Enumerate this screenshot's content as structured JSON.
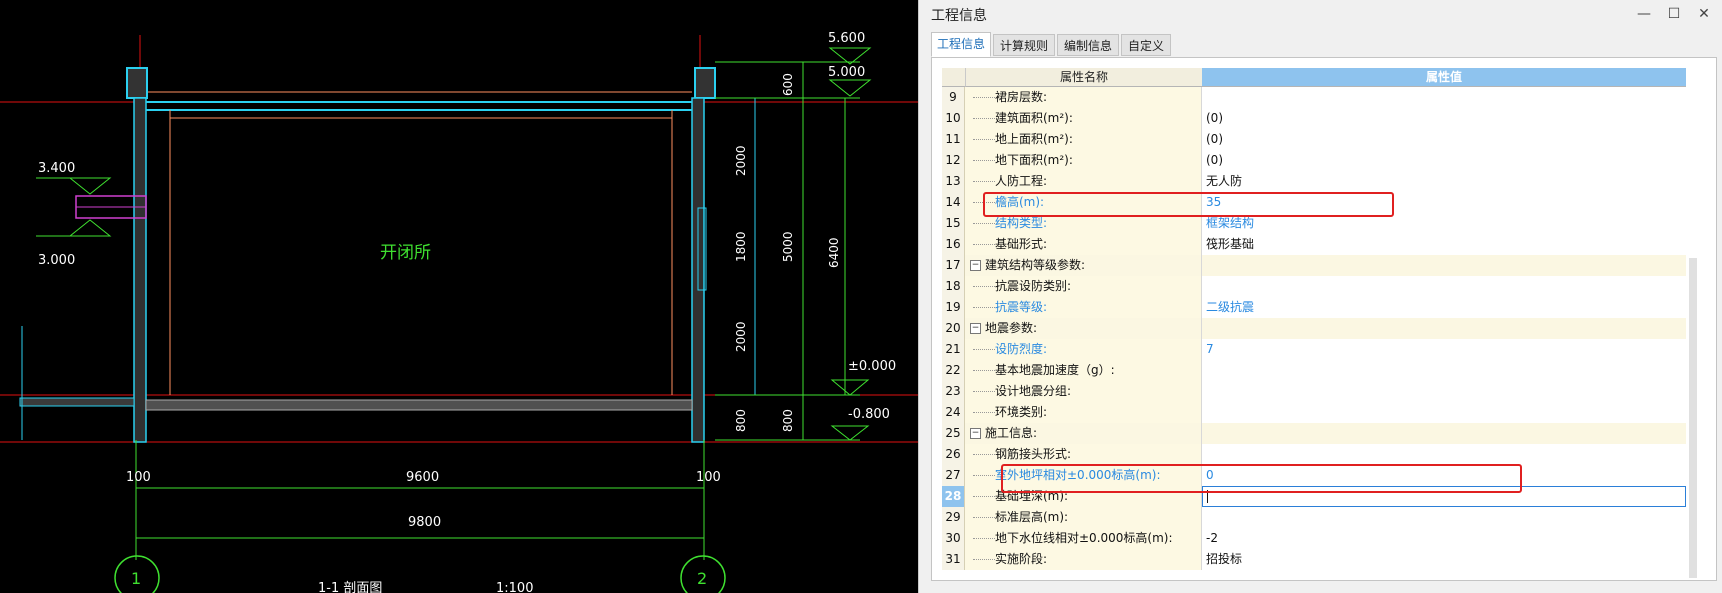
{
  "cad": {
    "room_label": "开闭所",
    "elevations": [
      "5.600",
      "5.000",
      "3.400",
      "3.000",
      "±0.000",
      "-0.800"
    ],
    "dim_right_inner": [
      "600",
      "2000",
      "1800",
      "2000",
      "800"
    ],
    "dim_right_mid": [
      "5000",
      "800"
    ],
    "dim_right_outer": "6400",
    "dim_bottom": [
      "100",
      "9600",
      "100"
    ],
    "dim_total": "9800",
    "axis_labels": [
      "1",
      "2"
    ],
    "section_title": "1-1  剖面图",
    "section_scale": "1:100"
  },
  "window": {
    "title": "工程信息",
    "min_icon": "—",
    "max_icon": "☐",
    "close_icon": "✕"
  },
  "tabs": [
    {
      "label": "工程信息"
    },
    {
      "label": "计算规则"
    },
    {
      "label": "编制信息"
    },
    {
      "label": "自定义"
    }
  ],
  "table": {
    "col_name": "属性名称",
    "col_value": "属性值",
    "rows": [
      {
        "num": "9",
        "name": "裙房层数:",
        "value": ""
      },
      {
        "num": "10",
        "name": "建筑面积(m²):",
        "value": "(0)"
      },
      {
        "num": "11",
        "name": "地上面积(m²):",
        "value": "(0)"
      },
      {
        "num": "12",
        "name": "地下面积(m²):",
        "value": "(0)"
      },
      {
        "num": "13",
        "name": "人防工程:",
        "value": "无人防"
      },
      {
        "num": "14",
        "name": "檐高(m):",
        "value": "35"
      },
      {
        "num": "15",
        "name": "结构类型:",
        "value": "框架结构"
      },
      {
        "num": "16",
        "name": "基础形式:",
        "value": "筏形基础"
      },
      {
        "num": "17",
        "name": "建筑结构等级参数:",
        "value": ""
      },
      {
        "num": "18",
        "name": "抗震设防类别:",
        "value": ""
      },
      {
        "num": "19",
        "name": "抗震等级:",
        "value": "二级抗震"
      },
      {
        "num": "20",
        "name": "地震参数:",
        "value": ""
      },
      {
        "num": "21",
        "name": "设防烈度:",
        "value": "7"
      },
      {
        "num": "22",
        "name": "基本地震加速度（g）:",
        "value": ""
      },
      {
        "num": "23",
        "name": "设计地震分组:",
        "value": ""
      },
      {
        "num": "24",
        "name": "环境类别:",
        "value": ""
      },
      {
        "num": "25",
        "name": "施工信息:",
        "value": ""
      },
      {
        "num": "26",
        "name": "钢筋接头形式:",
        "value": ""
      },
      {
        "num": "27",
        "name": "室外地坪相对±0.000标高(m):",
        "value": "0"
      },
      {
        "num": "28",
        "name": "基础埋深(m):",
        "value": ""
      },
      {
        "num": "29",
        "name": "标准层高(m):",
        "value": ""
      },
      {
        "num": "30",
        "name": "地下水位线相对±0.000标高(m):",
        "value": "-2"
      },
      {
        "num": "31",
        "name": "实施阶段:",
        "value": "招投标"
      }
    ]
  },
  "colors": {
    "highlight": "#e02020",
    "modified_text": "#2a8ae0",
    "header_value_bg": "#8ec3ee"
  }
}
